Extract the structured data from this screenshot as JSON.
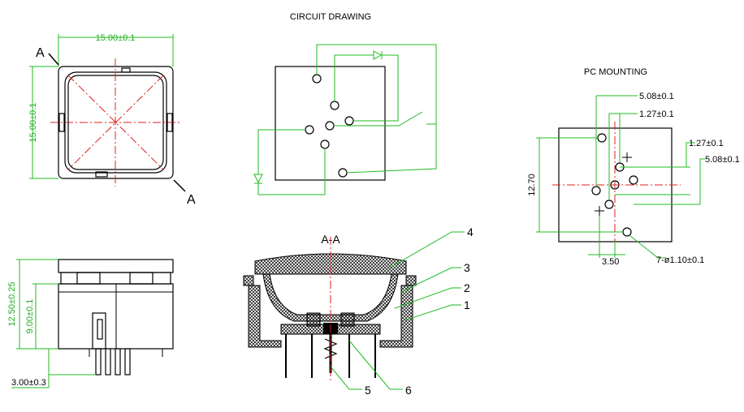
{
  "titles": {
    "circuit": "CIRCUIT DRAWING",
    "mounting": "PC MOUNTING",
    "section": "A-A"
  },
  "top_view": {
    "width_dim": "15.00±0.1",
    "height_dim": "15.00±0.1",
    "section_mark_top": "A",
    "section_mark_bottom": "A"
  },
  "side_view": {
    "total_height": "12.50±0.25",
    "body_height": "9.00±0.1",
    "pin_length": "3.00±0.3"
  },
  "section_view": {
    "callouts": [
      "4",
      "3",
      "2",
      "1",
      "5",
      "6"
    ]
  },
  "pc_mounting": {
    "dim_508_top": "5.08±0.1",
    "dim_127_top": "1.27±0.1",
    "dim_127_right": "1.27±0.1",
    "dim_508_right": "5.08±0.1",
    "dim_1270": "12.70",
    "dim_350": "3.50",
    "hole_note": "7-ø1.10±0.1"
  },
  "colors": {
    "outline": "#000000",
    "dimension": "#22bb22",
    "centerline": "#e02020"
  }
}
